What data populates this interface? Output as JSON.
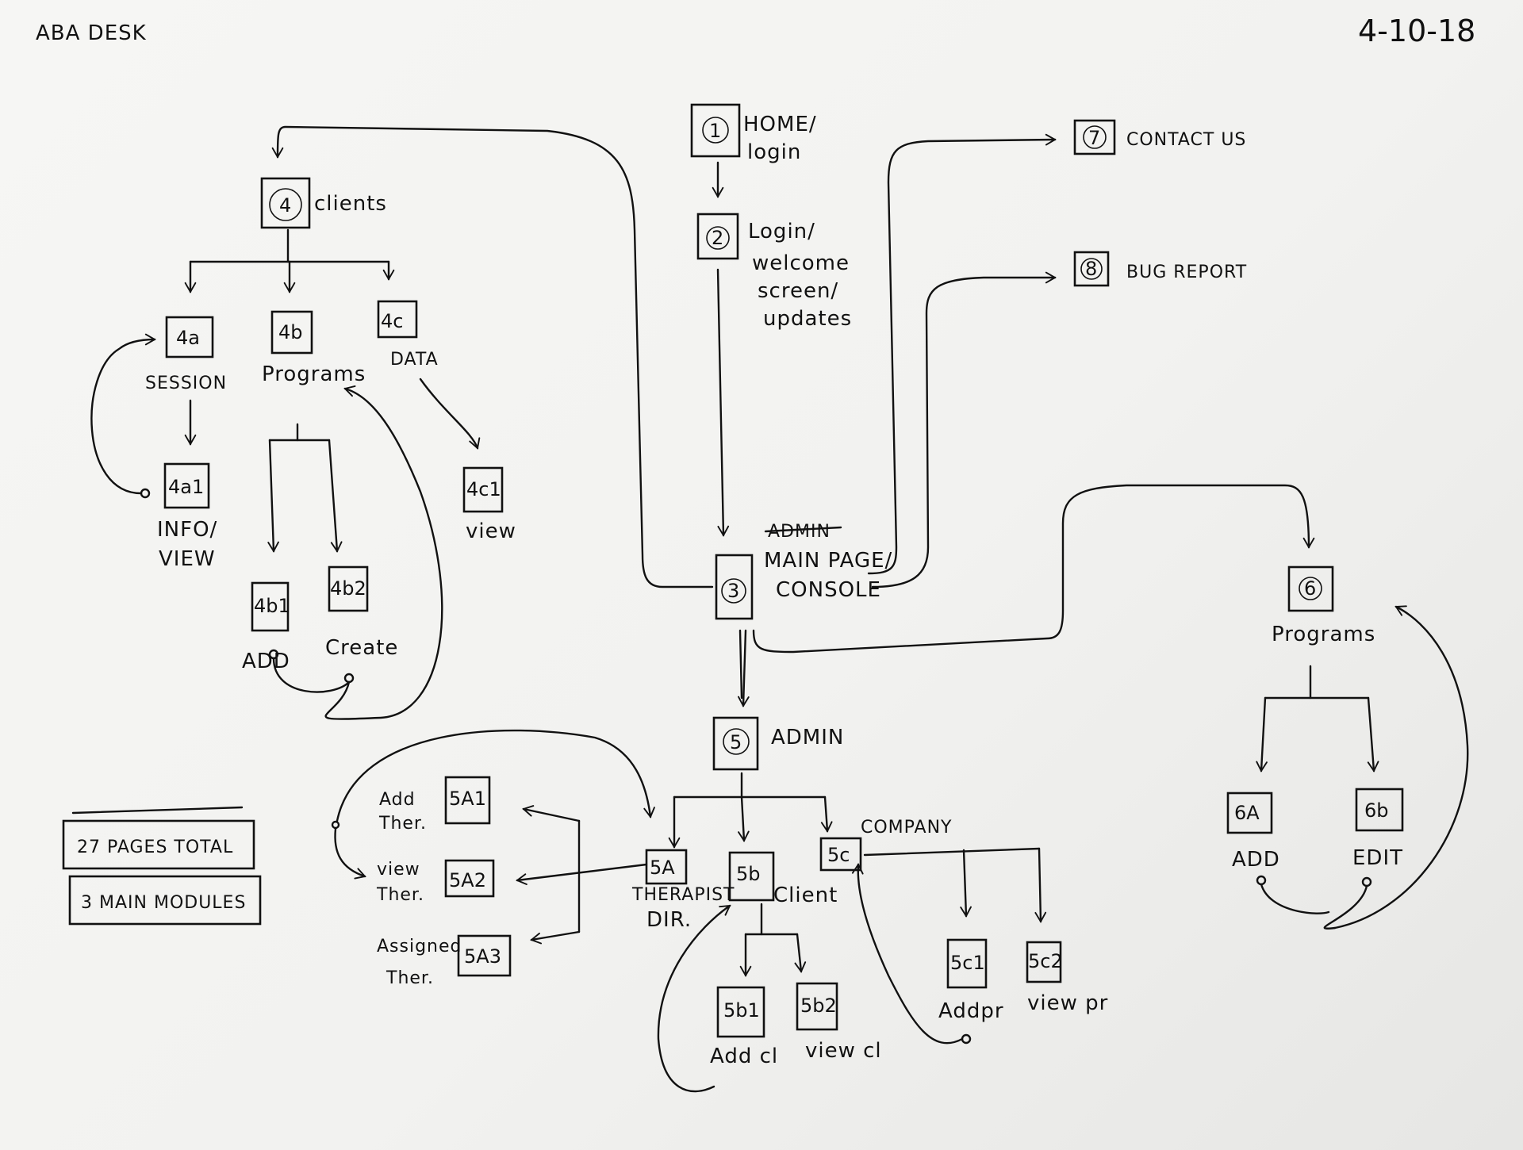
{
  "header": {
    "title": "ABA DESK",
    "date": "4-10-18"
  },
  "nodes": {
    "n1": {
      "id": "1",
      "label_lines": [
        "HOME/",
        "login"
      ]
    },
    "n2": {
      "id": "2",
      "label_lines": [
        "Login/",
        "welcome",
        "screen/",
        "updates"
      ]
    },
    "n3": {
      "id": "3",
      "label_strike": "ADMIN",
      "label_lines": [
        "MAIN PAGE/",
        "CONSOLE"
      ]
    },
    "n4": {
      "id": "4",
      "label": "clients"
    },
    "n4a": {
      "id": "4a",
      "label": "SESSION"
    },
    "n4b": {
      "id": "4b",
      "label": "Programs"
    },
    "n4c": {
      "id": "4c",
      "label": "DATA"
    },
    "n4a1": {
      "id": "4a1",
      "label_lines": [
        "INFO/",
        "VIEW"
      ]
    },
    "n4b1": {
      "id": "4b1",
      "label": "ADD"
    },
    "n4b2": {
      "id": "4b2",
      "label": "Create"
    },
    "n4c1": {
      "id": "4c1",
      "label": "view"
    },
    "n5": {
      "id": "5",
      "label": "ADMIN"
    },
    "n5a": {
      "id": "5A",
      "label_lines": [
        "THERAPIST",
        "DIR."
      ]
    },
    "n5b": {
      "id": "5b",
      "label": "Client"
    },
    "n5c": {
      "id": "5c",
      "label": "COMPANY"
    },
    "n5a1": {
      "id": "5A1",
      "label_lines": [
        "Add",
        "Ther."
      ]
    },
    "n5a2": {
      "id": "5A2",
      "label_lines": [
        "view",
        "Ther."
      ]
    },
    "n5a3": {
      "id": "5A3",
      "label_lines": [
        "Assigned",
        "Ther."
      ]
    },
    "n5b1": {
      "id": "5b1",
      "label": "Add cl"
    },
    "n5b2": {
      "id": "5b2",
      "label": "view cl"
    },
    "n5c1": {
      "id": "5c1",
      "label": "Addpr"
    },
    "n5c2": {
      "id": "5c2",
      "label": "view pr"
    },
    "n6": {
      "id": "6",
      "label": "Programs"
    },
    "n6a": {
      "id": "6A",
      "label": "ADD"
    },
    "n6b": {
      "id": "6b",
      "label": "EDIT"
    },
    "n7": {
      "id": "7",
      "label": "CONTACT US"
    },
    "n8": {
      "id": "8",
      "label": "BUG REPORT"
    }
  },
  "notes": {
    "total_pages": "27 PAGES TOTAL",
    "modules": "3 MAIN MODULES"
  }
}
